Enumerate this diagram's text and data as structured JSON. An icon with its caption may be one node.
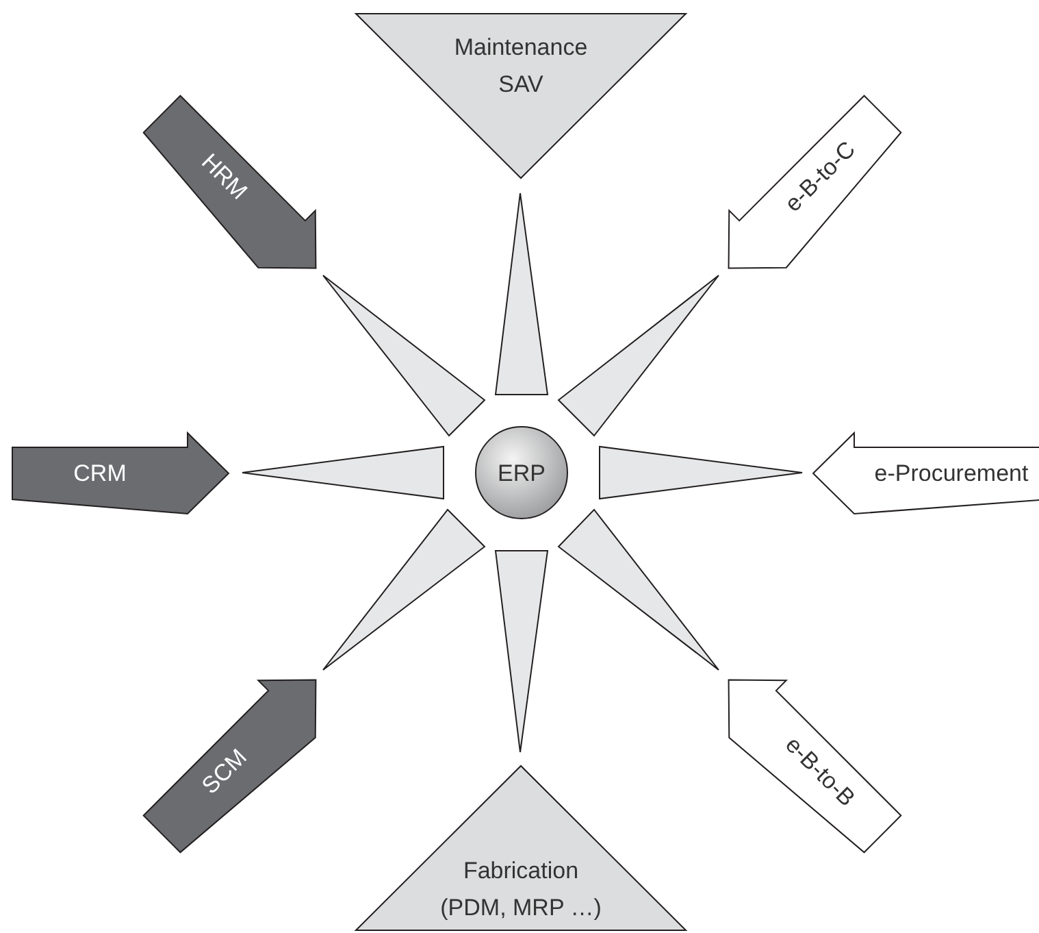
{
  "diagram": {
    "nodes": [
      {
        "text": [
          "Maintenance SAV"
        ]
      },
      {
        "text": [
          "HRM"
        ]
      },
      {
        "text": [
          "e-B-to-C"
        ]
      },
      {
        "text": [
          "CRM"
        ]
      },
      {
        "text": [
          "ERP"
        ]
      },
      {
        "text": [
          "e-Procurement"
        ]
      },
      {
        "text": [
          "SCM"
        ]
      },
      {
        "text": [
          "e-B-to-B"
        ]
      },
      {
        "text": [
          "Fabrication (PDM, MRP …)"
        ]
      }
    ]
  }
}
